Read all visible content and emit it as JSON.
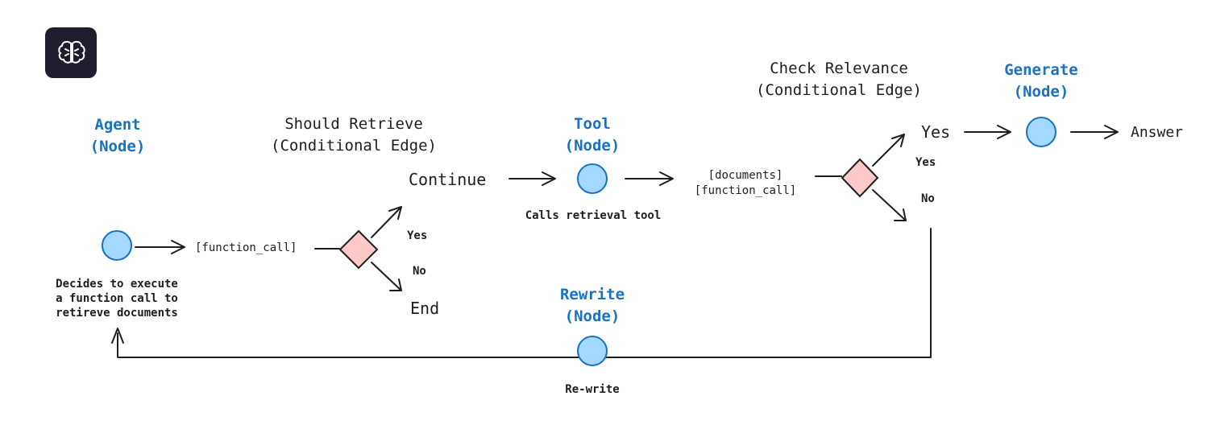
{
  "agent": {
    "title": "Agent",
    "subtitle": "(Node)",
    "desc": [
      "Decides to execute",
      "a function call to",
      "retireve documents"
    ]
  },
  "function_call_label": "[function_call]",
  "should_retrieve": {
    "title": "Should Retrieve",
    "subtitle": "(Conditional Edge)",
    "yes": "Yes",
    "no": "No",
    "continue": "Continue",
    "end": "End"
  },
  "tool": {
    "title": "Tool",
    "subtitle": "(Node)",
    "desc": "Calls retrieval tool"
  },
  "tool_output": [
    "[documents]",
    "[function_call]"
  ],
  "check_relevance": {
    "title": "Check Relevance",
    "subtitle": "(Conditional Edge)",
    "yes_branch": "Yes",
    "yes_small": "Yes",
    "no_small": "No"
  },
  "generate": {
    "title": "Generate",
    "subtitle": "(Node)"
  },
  "answer": "Answer",
  "rewrite": {
    "title": "Rewrite",
    "subtitle": "(Node)",
    "desc": "Re-write"
  },
  "colors": {
    "node_fill": "#a5d8ff",
    "node_stroke": "#1971c2",
    "diamond_fill": "#ffc9c9",
    "title_blue": "#1971c2",
    "logo_bg": "#1e1e2e"
  },
  "logo_icon": "brain-icon"
}
